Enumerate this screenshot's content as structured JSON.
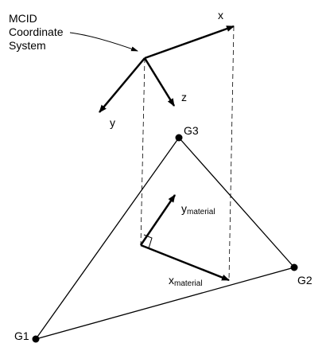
{
  "diagram": {
    "coord_label": {
      "line1": "MCID",
      "line2": "Coordinate",
      "line3": "System"
    },
    "axes": {
      "x": "x",
      "y": "y",
      "z": "z"
    },
    "nodes": {
      "g1": "G1",
      "g2": "G2",
      "g3": "G3"
    },
    "material_axes": {
      "x_main": "x",
      "x_sub": "material",
      "y_main": "y",
      "y_sub": "material"
    }
  },
  "colors": {
    "line": "#000000",
    "background": "#ffffff"
  }
}
